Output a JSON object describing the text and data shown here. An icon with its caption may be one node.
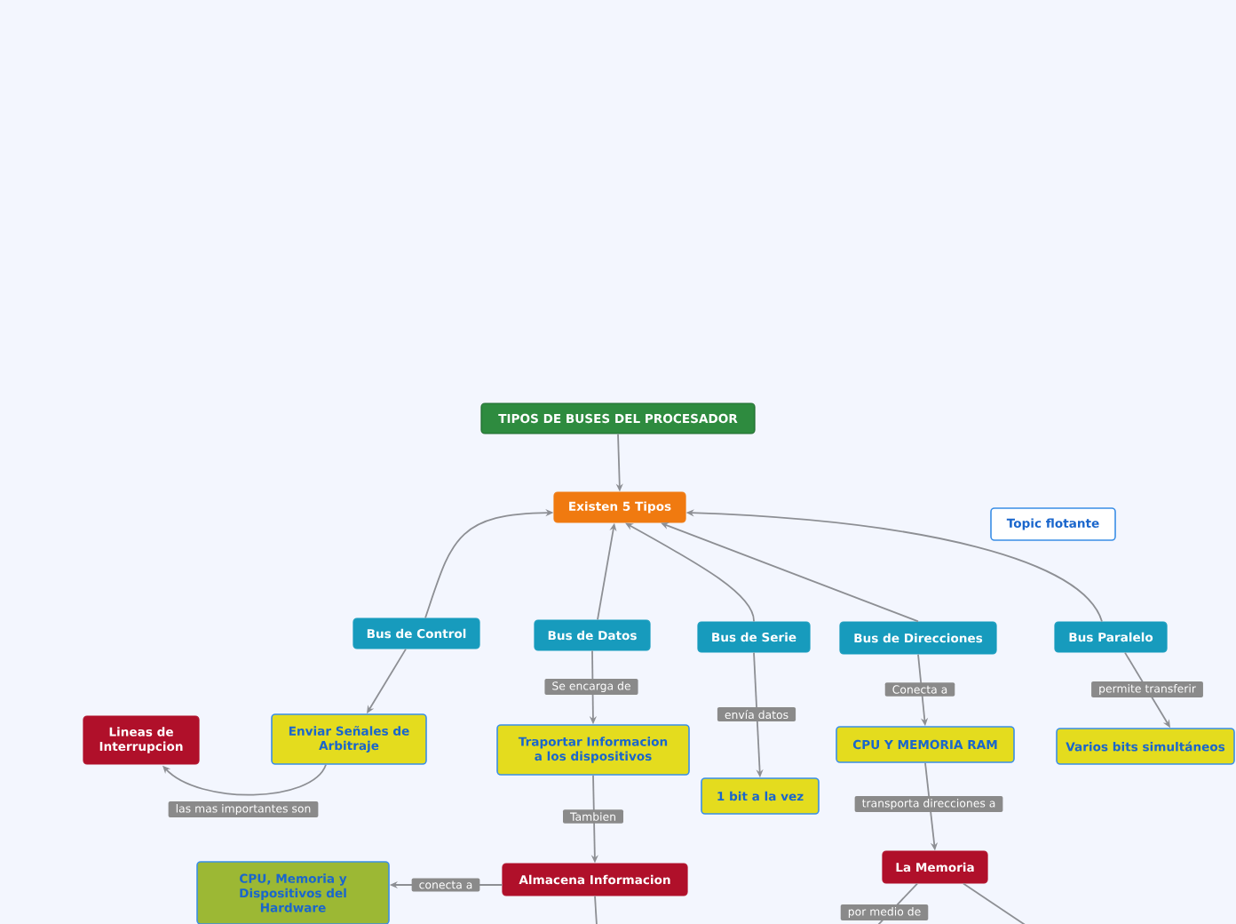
{
  "diagram": {
    "nodes": [
      {
        "text": [
          "TIPOS DE BUSES DEL PROCESADOR"
        ]
      },
      {
        "text": [
          "Existen 5 Tipos"
        ]
      },
      {
        "text": [
          "Topic flotante"
        ]
      },
      {
        "text": [
          "Bus de Control"
        ]
      },
      {
        "text": [
          "Bus de Datos"
        ]
      },
      {
        "text": [
          "Bus de Serie"
        ]
      },
      {
        "text": [
          "Bus de Direcciones"
        ]
      },
      {
        "text": [
          "Bus Paralelo"
        ]
      },
      {
        "text": [
          "Lineas de Interrupcion"
        ]
      },
      {
        "text": [
          "Enviar Señales de Arbitraje"
        ]
      },
      {
        "text": [
          "Traportar Informacion a los dispositivos"
        ]
      },
      {
        "text": [
          "CPU Y MEMORIA RAM"
        ]
      },
      {
        "text": [
          "Varios bits simultáneos"
        ]
      },
      {
        "text": [
          "1 bit a la vez"
        ]
      },
      {
        "text": [
          "La Memoria"
        ]
      },
      {
        "text": [
          "CPU, Memoria y Dispositivos del Hardware"
        ]
      },
      {
        "text": [
          "Almacena Informacion"
        ]
      }
    ],
    "edges": [
      {
        "from": 0,
        "to": 1,
        "arrow": "to"
      },
      {
        "from": 3,
        "to": 1,
        "arrow": "to"
      },
      {
        "from": 4,
        "to": 1,
        "arrow": "to"
      },
      {
        "from": 5,
        "to": 1,
        "arrow": "to"
      },
      {
        "from": 6,
        "to": 1,
        "arrow": "to"
      },
      {
        "from": 7,
        "to": 1,
        "arrow": "to"
      },
      {
        "from": 3,
        "to": 9,
        "arrow": "to"
      },
      {
        "from": 9,
        "to": 8,
        "arrow": "to",
        "label": "las mas importantes son"
      },
      {
        "from": 4,
        "to": 10,
        "arrow": "to",
        "label": "Se encarga de"
      },
      {
        "from": 10,
        "to": 16,
        "arrow": "to",
        "label": "Tambien"
      },
      {
        "from": 16,
        "to": 15,
        "arrow": "to",
        "label": "conecta a"
      },
      {
        "from": 5,
        "to": 13,
        "arrow": "to",
        "label": "envía datos"
      },
      {
        "from": 6,
        "to": 11,
        "arrow": "to",
        "label": "Conecta a"
      },
      {
        "from": 11,
        "to": 14,
        "arrow": "to",
        "label": "transporta direcciones a"
      },
      {
        "from": 7,
        "to": 12,
        "arrow": "to",
        "label": "permite transferir"
      },
      {
        "from": 14,
        "to": null,
        "arrow": "none",
        "label": "por medio de"
      },
      {
        "from": 14,
        "to": null,
        "arrow": "none"
      },
      {
        "from": 16,
        "to": null,
        "arrow": "none"
      }
    ]
  }
}
